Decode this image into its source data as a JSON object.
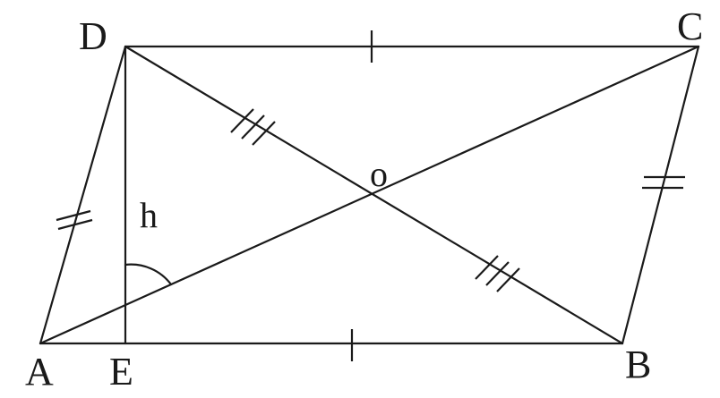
{
  "diagram": {
    "labels": {
      "A": "A",
      "B": "B",
      "C": "C",
      "D": "D",
      "E": "E",
      "O": "o",
      "h": "h"
    },
    "ink_color": "#1a1a1a",
    "background_color": "#ffffff"
  }
}
